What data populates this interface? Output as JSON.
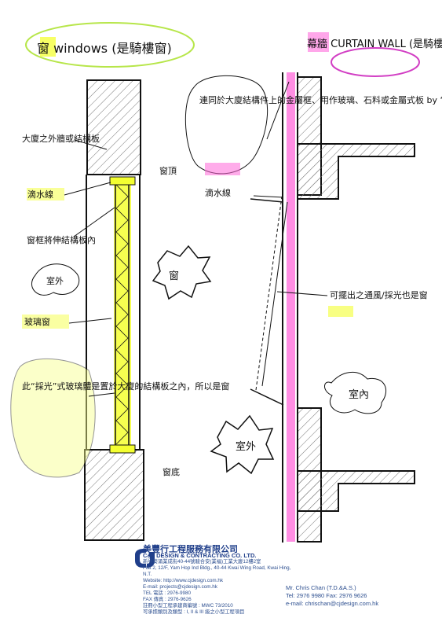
{
  "left_title": "窗 windows (是騎樓窗)",
  "right_title": "幕牆 CURTAIN WALL (是騎樓)",
  "left_notes": {
    "outer_wall": "大廈之外牆或結構板",
    "waterline": "滴水線",
    "frame_extend": "窗框將伸結構板內",
    "outside": "室外",
    "glass_window": "玻璃窗",
    "fixed_glass": "此“採光”式玻璃體是置於大廈的結構板之內，所以是窗",
    "top_label": "窗頂",
    "bottom_label": "窗底",
    "cloud_label": "窗"
  },
  "right_notes": {
    "connected": "連同於大廈結構件上的金屬框、用作玻璃、石料或金屬式板 by “幕牆”",
    "waterline": "滴水線",
    "openable": "可擺出之通風/採光也是窗",
    "indoor": "室內",
    "outdoor": "室外"
  },
  "footer": {
    "company_cn": "美豐行工程服務有限公司",
    "company_en": "C&J DESIGN & CONTRACTING CO. LTD.",
    "address_cn": "新界葵涌業成街40-44號駿合安(業福)工業大廈12樓2室",
    "address_en": "Flat 2, 12/F, Yam Hop Ind Bldg., 40-44 Kwai Wing Road, Kwai Hing, N.T.",
    "website": "Website: http://www.cjdesign.com.hk",
    "email": "E-mail: projects@cjdesign.com.hk",
    "phone": "TEL 電話 : 2976-9980",
    "fax": "FAX 傳真 : 2976-9626",
    "license": "註冊小型工程承建商編號 : MWC 73/2010",
    "line2": "可承擔類別及類型 : I, II & III 級之小型工程項目",
    "contact_name": "Mr. Chris Chan (T.D.&A.S.)",
    "contact_tel": "Tel: 2976 9980   Fax: 2976 9626",
    "contact_email": "e-mail: chrischan@cjdesign.com.hk"
  }
}
